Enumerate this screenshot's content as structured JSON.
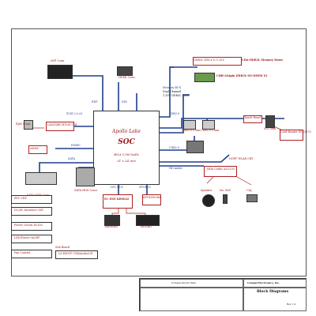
{
  "soc": {
    "name": "Apollo Lake",
    "label": "SOC",
    "package": "BGA 1296 balls",
    "size": "31 x 24 mm"
  },
  "memory": {
    "channel_a": "DDR3L 4Gb x 8, 1.35V",
    "channel_a_title": "CHA-DDR3L Memory Down",
    "channel_b": "CHB-204pin DDR3L-SO-DIMM X1",
    "bus_label": "Memory BUS",
    "bus_detail": "Dual Channel",
    "bus_freq": "1.35V DDR3L 1866"
  },
  "display": {
    "edp_conn": "eDP Conn.",
    "hdmi_conn": "HDMI Conn."
  },
  "left_devices": {
    "rj45": "RJ45 Conn.",
    "lan": "LAN(GbE) RTL8111H",
    "emmc": "eMMC",
    "odd": "SATA ODD Conn.",
    "hdd": "SATA HDD Conn."
  },
  "bus_labels": {
    "pcie": "PCIE 2.0 x1",
    "emmc_bus": "EMMC",
    "sata": "SATA",
    "lpc": "LPC BUS",
    "spi": "SPI BUS",
    "usb2": "USB2.0",
    "usb3": "USB3.0",
    "hda": "HD Audio",
    "edp": "EDP",
    "ddi": "DDI"
  },
  "right_devices": {
    "usb_conn": "USB3.0 Conn.",
    "usb2_conn": "USB2.0 Conn.",
    "touch_panel": "Touch Panel",
    "sd_conn": "SD Conn.",
    "card_reader": "Card Reader RTS5170",
    "wlan": "NGFF WLAN+BT",
    "codec": "HDA Codec ALC255",
    "speaker": "Speaker",
    "mic": "Int. MIC",
    "jack": "UAJ"
  },
  "bottom_devices": {
    "ec": "EC ENE KB9022",
    "spi_rom": "SPI ROM 8M",
    "touchpad": "TouchPad",
    "keyboard": "Int.KBD"
  },
  "power_list": {
    "item1": "RTC CKT.",
    "item2": "DC/DC Interface CKT.",
    "item3": "Power Circuit DC/DC",
    "item4": "LED/Power On/Off",
    "item5": "Fan Control",
    "sub_board_title": "Sub Board",
    "sub_board": "LS-E401P USB/Audio/CR"
  },
  "title_block": {
    "company": "Compal Electronics, Inc.",
    "title": "Block Diagrams",
    "security": "Compal Secret Data",
    "rev": "Rev 1.0"
  },
  "colors": {
    "line_red": "#b02020",
    "bus_blue": "#1f3e8c",
    "text_red": "#9b1010"
  }
}
